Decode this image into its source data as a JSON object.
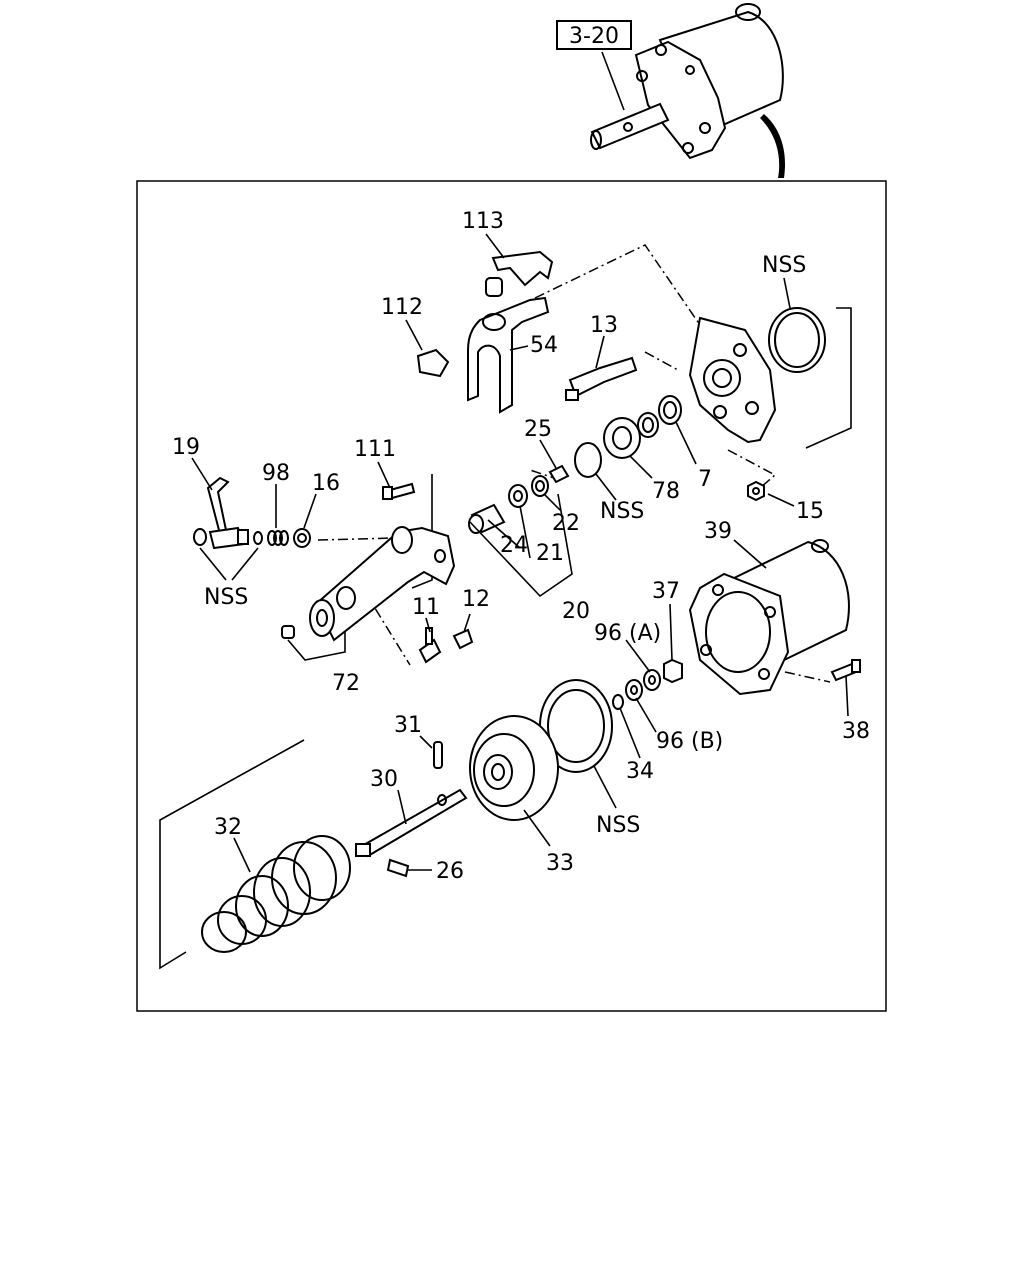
{
  "ref_box": "3-20",
  "labels": {
    "p113": "113",
    "p112": "112",
    "p54": "54",
    "p13": "13",
    "nss_ring": "NSS",
    "p25": "25",
    "nss_oring": "NSS",
    "p78": "78",
    "p7": "7",
    "p15": "15",
    "p19": "19",
    "p98": "98",
    "p16": "16",
    "p111": "111",
    "nss_left": "NSS",
    "p24": "24",
    "p21": "21",
    "p22": "22",
    "p20": "20",
    "p11": "11",
    "p12": "12",
    "p72": "72",
    "p39": "39",
    "p37": "37",
    "p96a": "96 (A)",
    "p96b": "96 (B)",
    "p34": "34",
    "p38": "38",
    "p31": "31",
    "p30": "30",
    "p26": "26",
    "p32": "32",
    "p33": "33",
    "nss_diaphragm": "NSS"
  }
}
